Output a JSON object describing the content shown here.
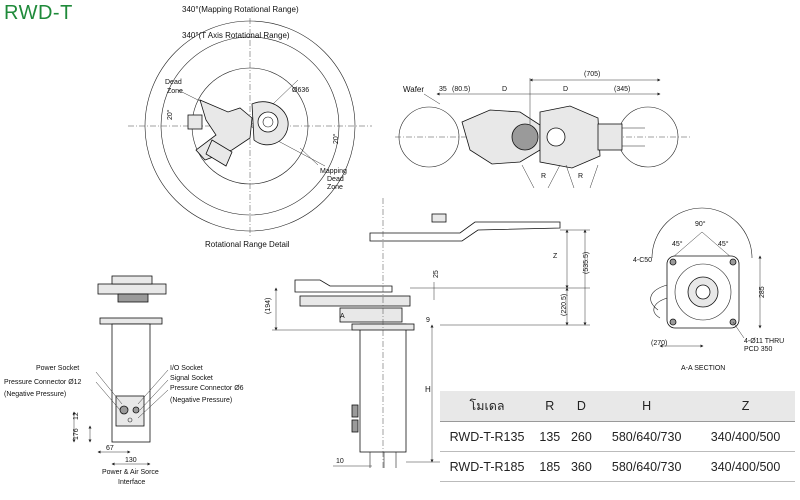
{
  "title": "RWD-T",
  "top_view": {
    "outer_range": "340°(Mapping Rotational Range)",
    "inner_range": "340°(T Axis Rotational Range)",
    "dead_zone": [
      "Dead",
      "Zone"
    ],
    "mapping_dead_zone": [
      "Mapping",
      "Dead",
      "Zone"
    ],
    "diameter": "Ø636",
    "angle_left": "20°",
    "angle_right": "20°",
    "caption": "Rotational Range Detail"
  },
  "arm_view": {
    "wafer": "Wafer",
    "dim_35": "35",
    "dim_80_5": "(80.5)",
    "dim_d1": "D",
    "dim_d2": "D",
    "dim_705": "(705)",
    "dim_345": "(345)",
    "dim_r1": "R",
    "dim_r2": "R"
  },
  "side_view": {
    "dim_z": "Z",
    "dim_535_5": "(535.5)",
    "dim_220_5": "(220.5)",
    "dim_25": "25",
    "dim_194": "(194)",
    "dim_9": "9",
    "dim_h": "H",
    "dim_10": "10",
    "section_mark": "A"
  },
  "section_view": {
    "angle_90": "90°",
    "angle_45a": "45°",
    "angle_45b": "45°",
    "chamfer": "4-C50",
    "dim_285": "285",
    "dim_270": "(270)",
    "holes": [
      "4-Ø11 THRU",
      "PCD 350"
    ],
    "caption": "A-A SECTION"
  },
  "interface_view": {
    "power_socket": "Power Socket",
    "pressure_12": "Pressure Connector Ø12",
    "neg_pressure_1": "(Negative Pressure)",
    "io_socket": "I/O Socket",
    "signal_socket": "Signal Socket",
    "pressure_6": "Pressure Connector Ø6",
    "neg_pressure_2": "(Negative Pressure)",
    "dim_12": "12",
    "dim_176": "176",
    "dim_67": "67",
    "dim_130": "130",
    "caption": [
      "Power & Air Sorce",
      "Interface"
    ]
  },
  "spec_table": {
    "headers": [
      "โมเดล",
      "R",
      "D",
      "H",
      "Z"
    ],
    "rows": [
      [
        "RWD-T-R135",
        "135",
        "260",
        "580/640/730",
        "340/400/500"
      ],
      [
        "RWD-T-R185",
        "185",
        "360",
        "580/640/730",
        "340/400/500"
      ]
    ]
  }
}
